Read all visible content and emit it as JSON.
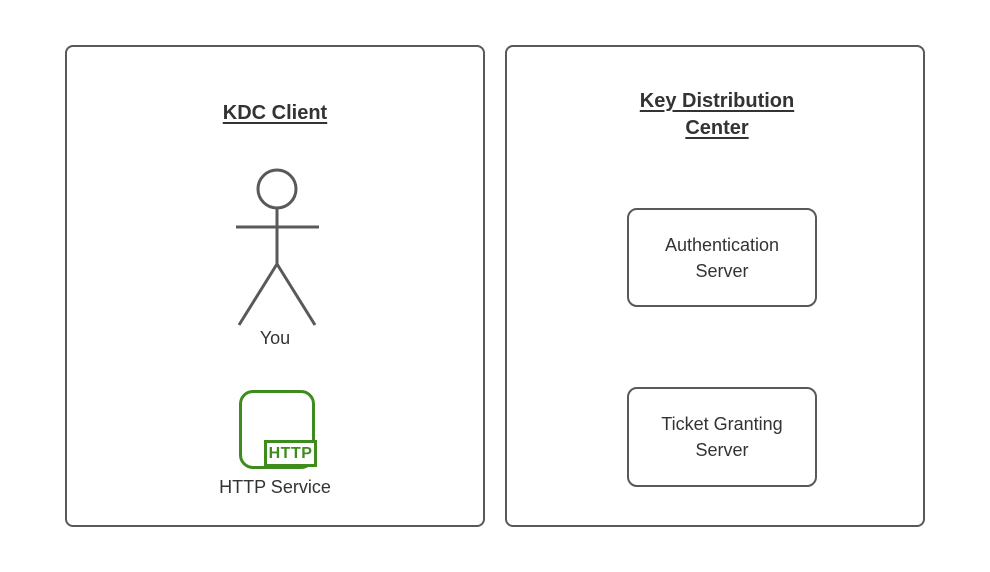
{
  "colors": {
    "panel_border": "#595959",
    "box_border": "#595959",
    "text": "#333333",
    "service_green": "#3e8c1e",
    "background": "#ffffff"
  },
  "left_panel": {
    "title": "KDC Client",
    "actor": {
      "icon": "stick-figure-icon",
      "label": "You"
    },
    "service": {
      "icon": "http-service-icon",
      "badge": "HTTP",
      "label": "HTTP Service"
    }
  },
  "right_panel": {
    "title": "Key Distribution Center",
    "boxes": [
      {
        "label": "Authentication Server"
      },
      {
        "label": "Ticket Granting Server"
      }
    ]
  }
}
